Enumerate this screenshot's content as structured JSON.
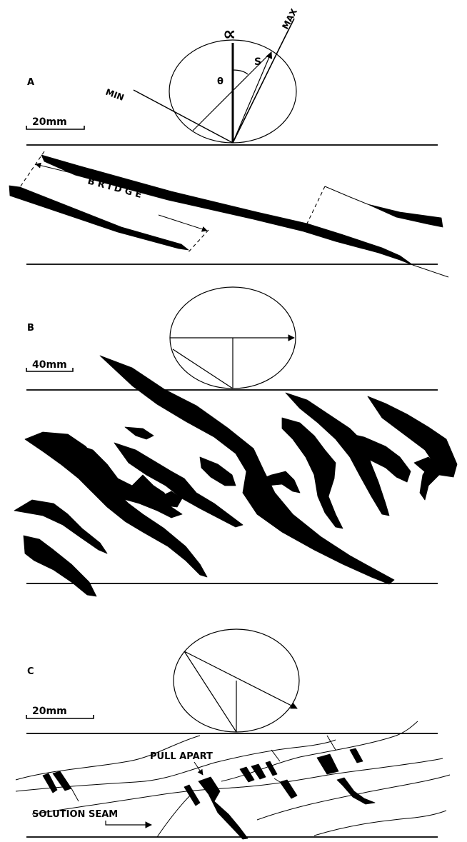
{
  "panels": [
    {
      "id": "A",
      "label": "A",
      "scale": "20mm",
      "circle_labels": {
        "alpha": "∝",
        "theta": "θ",
        "s": "S",
        "max": "MAX",
        "min": "MIN"
      },
      "annotations": {
        "bridge": "B R I D G E"
      }
    },
    {
      "id": "B",
      "label": "B",
      "scale": "40mm"
    },
    {
      "id": "C",
      "label": "C",
      "scale": "20mm",
      "annotations": {
        "pull_apart": "PULL APART",
        "solution_seam": "SOLUTION SEAM"
      }
    }
  ],
  "colors": {
    "ink": "#000000",
    "background": "#ffffff"
  }
}
